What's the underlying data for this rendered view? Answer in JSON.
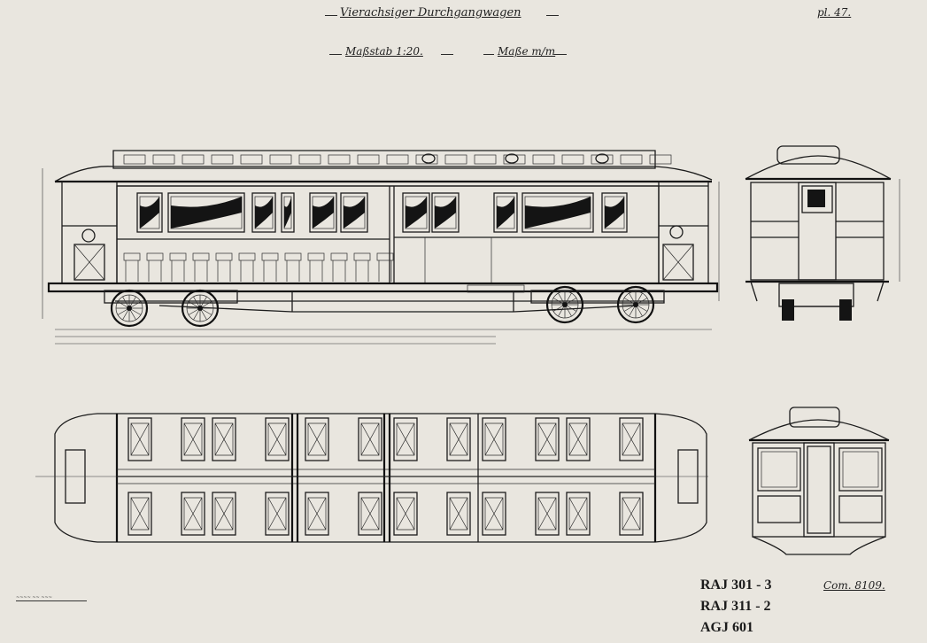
{
  "sheet": {
    "title": "Vierachsiger Durchgangwagen",
    "plate": "pl. 47.",
    "scale_label": "Maßstab 1:20.",
    "units_label": "Maße m/m",
    "references": [
      "RAJ 301 - 3",
      "RAJ 311 - 2",
      "AGJ 601"
    ],
    "commission": "Com. 8109."
  },
  "views": [
    "side-elevation",
    "end-elevation",
    "floor-plan",
    "end-section"
  ],
  "colors": {
    "paper": "#e9e6df",
    "ink": "#1c1c1c"
  }
}
